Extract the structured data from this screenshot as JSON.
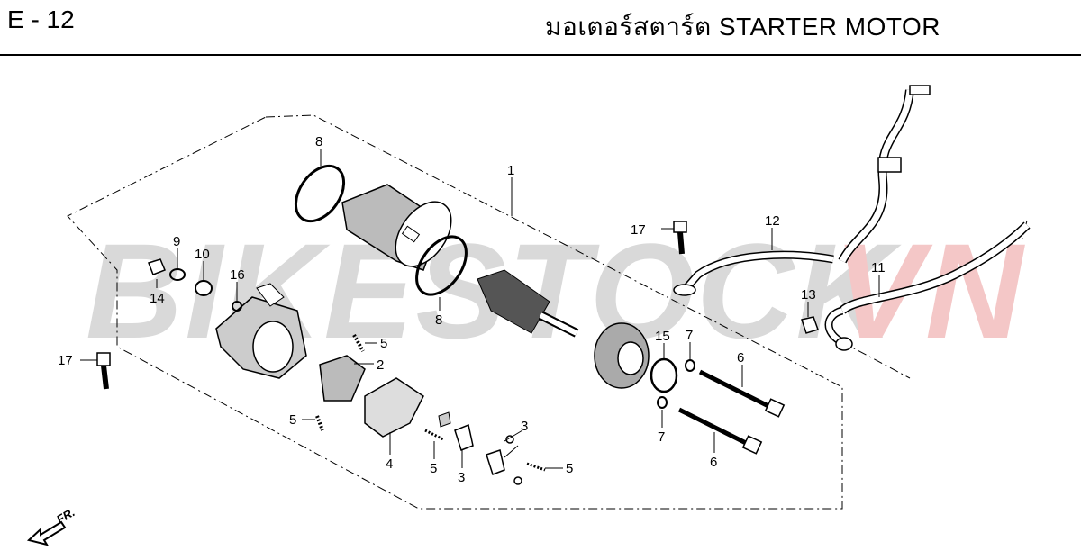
{
  "header": {
    "page_code": "E - 12",
    "title": "มอเตอร์สตาร์ต  STARTER MOTOR"
  },
  "watermark": {
    "text_main": "BIKESTOCK",
    "text_accent": "VN",
    "color_main": "#d9d9d9",
    "color_accent": "#f4c7c7"
  },
  "direction": {
    "label": "FR."
  },
  "callouts": [
    "8",
    "1",
    "17",
    "12",
    "9",
    "10",
    "14",
    "16",
    "8",
    "13",
    "11",
    "5",
    "2",
    "15",
    "7",
    "6",
    "17",
    "5",
    "4",
    "5",
    "3",
    "3",
    "7",
    "6",
    "5"
  ]
}
